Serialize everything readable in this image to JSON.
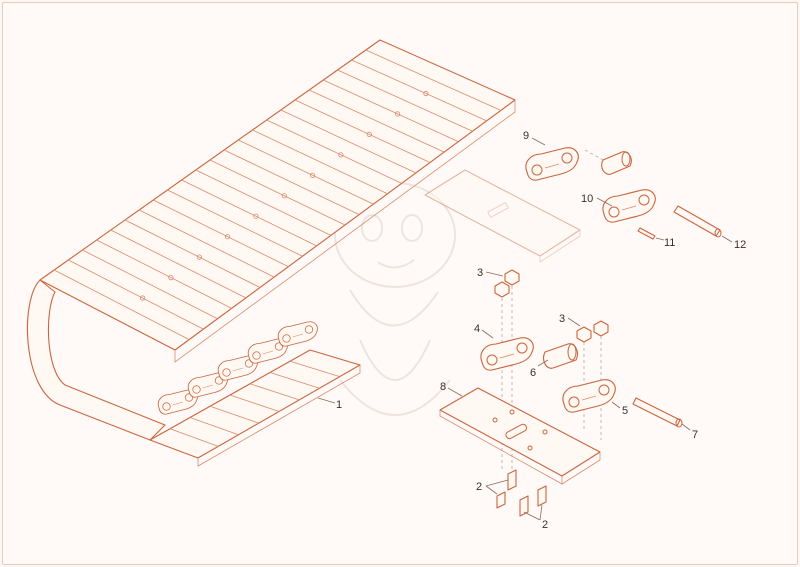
{
  "diagram": {
    "labels": [
      {
        "id": "p1",
        "text": "1"
      },
      {
        "id": "p2a",
        "text": "2"
      },
      {
        "id": "p2b",
        "text": "2"
      },
      {
        "id": "p3a",
        "text": "3"
      },
      {
        "id": "p3b",
        "text": "3"
      },
      {
        "id": "p4",
        "text": "4"
      },
      {
        "id": "p5",
        "text": "5"
      },
      {
        "id": "p6",
        "text": "6"
      },
      {
        "id": "p7",
        "text": "7"
      },
      {
        "id": "p8",
        "text": "8"
      },
      {
        "id": "p9",
        "text": "9"
      },
      {
        "id": "p10",
        "text": "10"
      },
      {
        "id": "p11",
        "text": "11"
      },
      {
        "id": "p12",
        "text": "12"
      }
    ]
  },
  "colors": {
    "line": "#c9653d",
    "leader": "#8a6a5c",
    "text": "#3b2e2a",
    "background": "#fffaf7"
  }
}
